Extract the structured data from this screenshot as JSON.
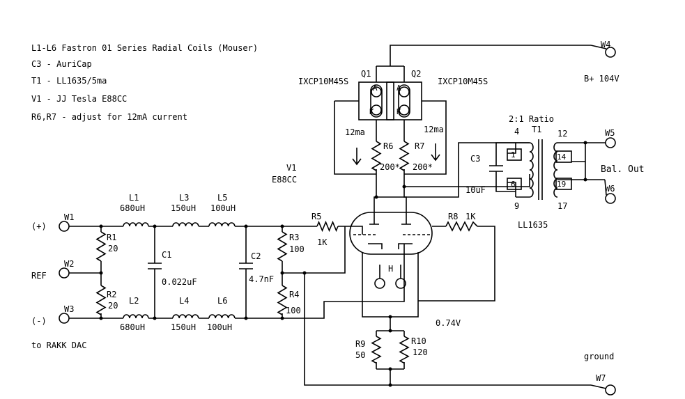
{
  "notes": [
    "L1-L6 Fastron 01 Series Radial Coils (Mouser)",
    "C3 - AuriCap",
    "T1 - LL1635/5ma",
    "V1 - JJ Tesla E88CC",
    "R6,R7 - adjust for 12mA current"
  ],
  "terminals": {
    "w1": "W1",
    "w2": "W2",
    "w3": "W3",
    "w4": "W4",
    "w5": "W5",
    "w6": "W6",
    "w7": "W7",
    "plus": "(+)",
    "ref": "REF",
    "minus": "(-)"
  },
  "labels": {
    "to_dac": "to RAKK DAC",
    "b_plus": "B+ 104V",
    "bal_out": "Bal. Out",
    "ground": "ground",
    "cathode_v": "0.74V"
  },
  "components": {
    "l1": {
      "ref": "L1",
      "value": "680uH"
    },
    "l2": {
      "ref": "L2",
      "value": "680uH"
    },
    "l3": {
      "ref": "L3",
      "value": "150uH"
    },
    "l4": {
      "ref": "L4",
      "value": "150uH"
    },
    "l5": {
      "ref": "L5",
      "value": "100uH"
    },
    "l6": {
      "ref": "L6",
      "value": "100uH"
    },
    "r1": {
      "ref": "R1",
      "value": "20"
    },
    "r2": {
      "ref": "R2",
      "value": "20"
    },
    "r3": {
      "ref": "R3",
      "value": "100"
    },
    "r4": {
      "ref": "R4",
      "value": "100"
    },
    "r5": {
      "ref": "R5",
      "value": "1K"
    },
    "r6": {
      "ref": "R6",
      "value": "200*"
    },
    "r7": {
      "ref": "R7",
      "value": "200*"
    },
    "r8": {
      "ref": "R8",
      "value": "1K"
    },
    "r9": {
      "ref": "R9",
      "value": "50"
    },
    "r10": {
      "ref": "R10",
      "value": "120"
    },
    "c1": {
      "ref": "C1",
      "value": "0.022uF"
    },
    "c2": {
      "ref": "C2",
      "value": "4.7nF"
    },
    "c3": {
      "ref": "C3",
      "value": "10uF"
    },
    "q1": {
      "ref": "Q1",
      "part": "IXCP10M45S",
      "pin_a": "A",
      "pin_k": "K",
      "current": "12ma"
    },
    "q2": {
      "ref": "Q2",
      "part": "IXCP10M45S",
      "pin_a": "A",
      "pin_k": "K",
      "current": "12ma"
    },
    "v1": {
      "ref": "V1",
      "part": "E88CC",
      "heater": "H"
    },
    "t1": {
      "ref": "T1",
      "ratio": "2:1 Ratio",
      "part": "LL1635",
      "pin4": "4",
      "pin1": "1",
      "pin6": "6",
      "pin9": "9",
      "pin12": "12",
      "pin14": "14",
      "pin19": "19",
      "pin17": "17"
    }
  }
}
